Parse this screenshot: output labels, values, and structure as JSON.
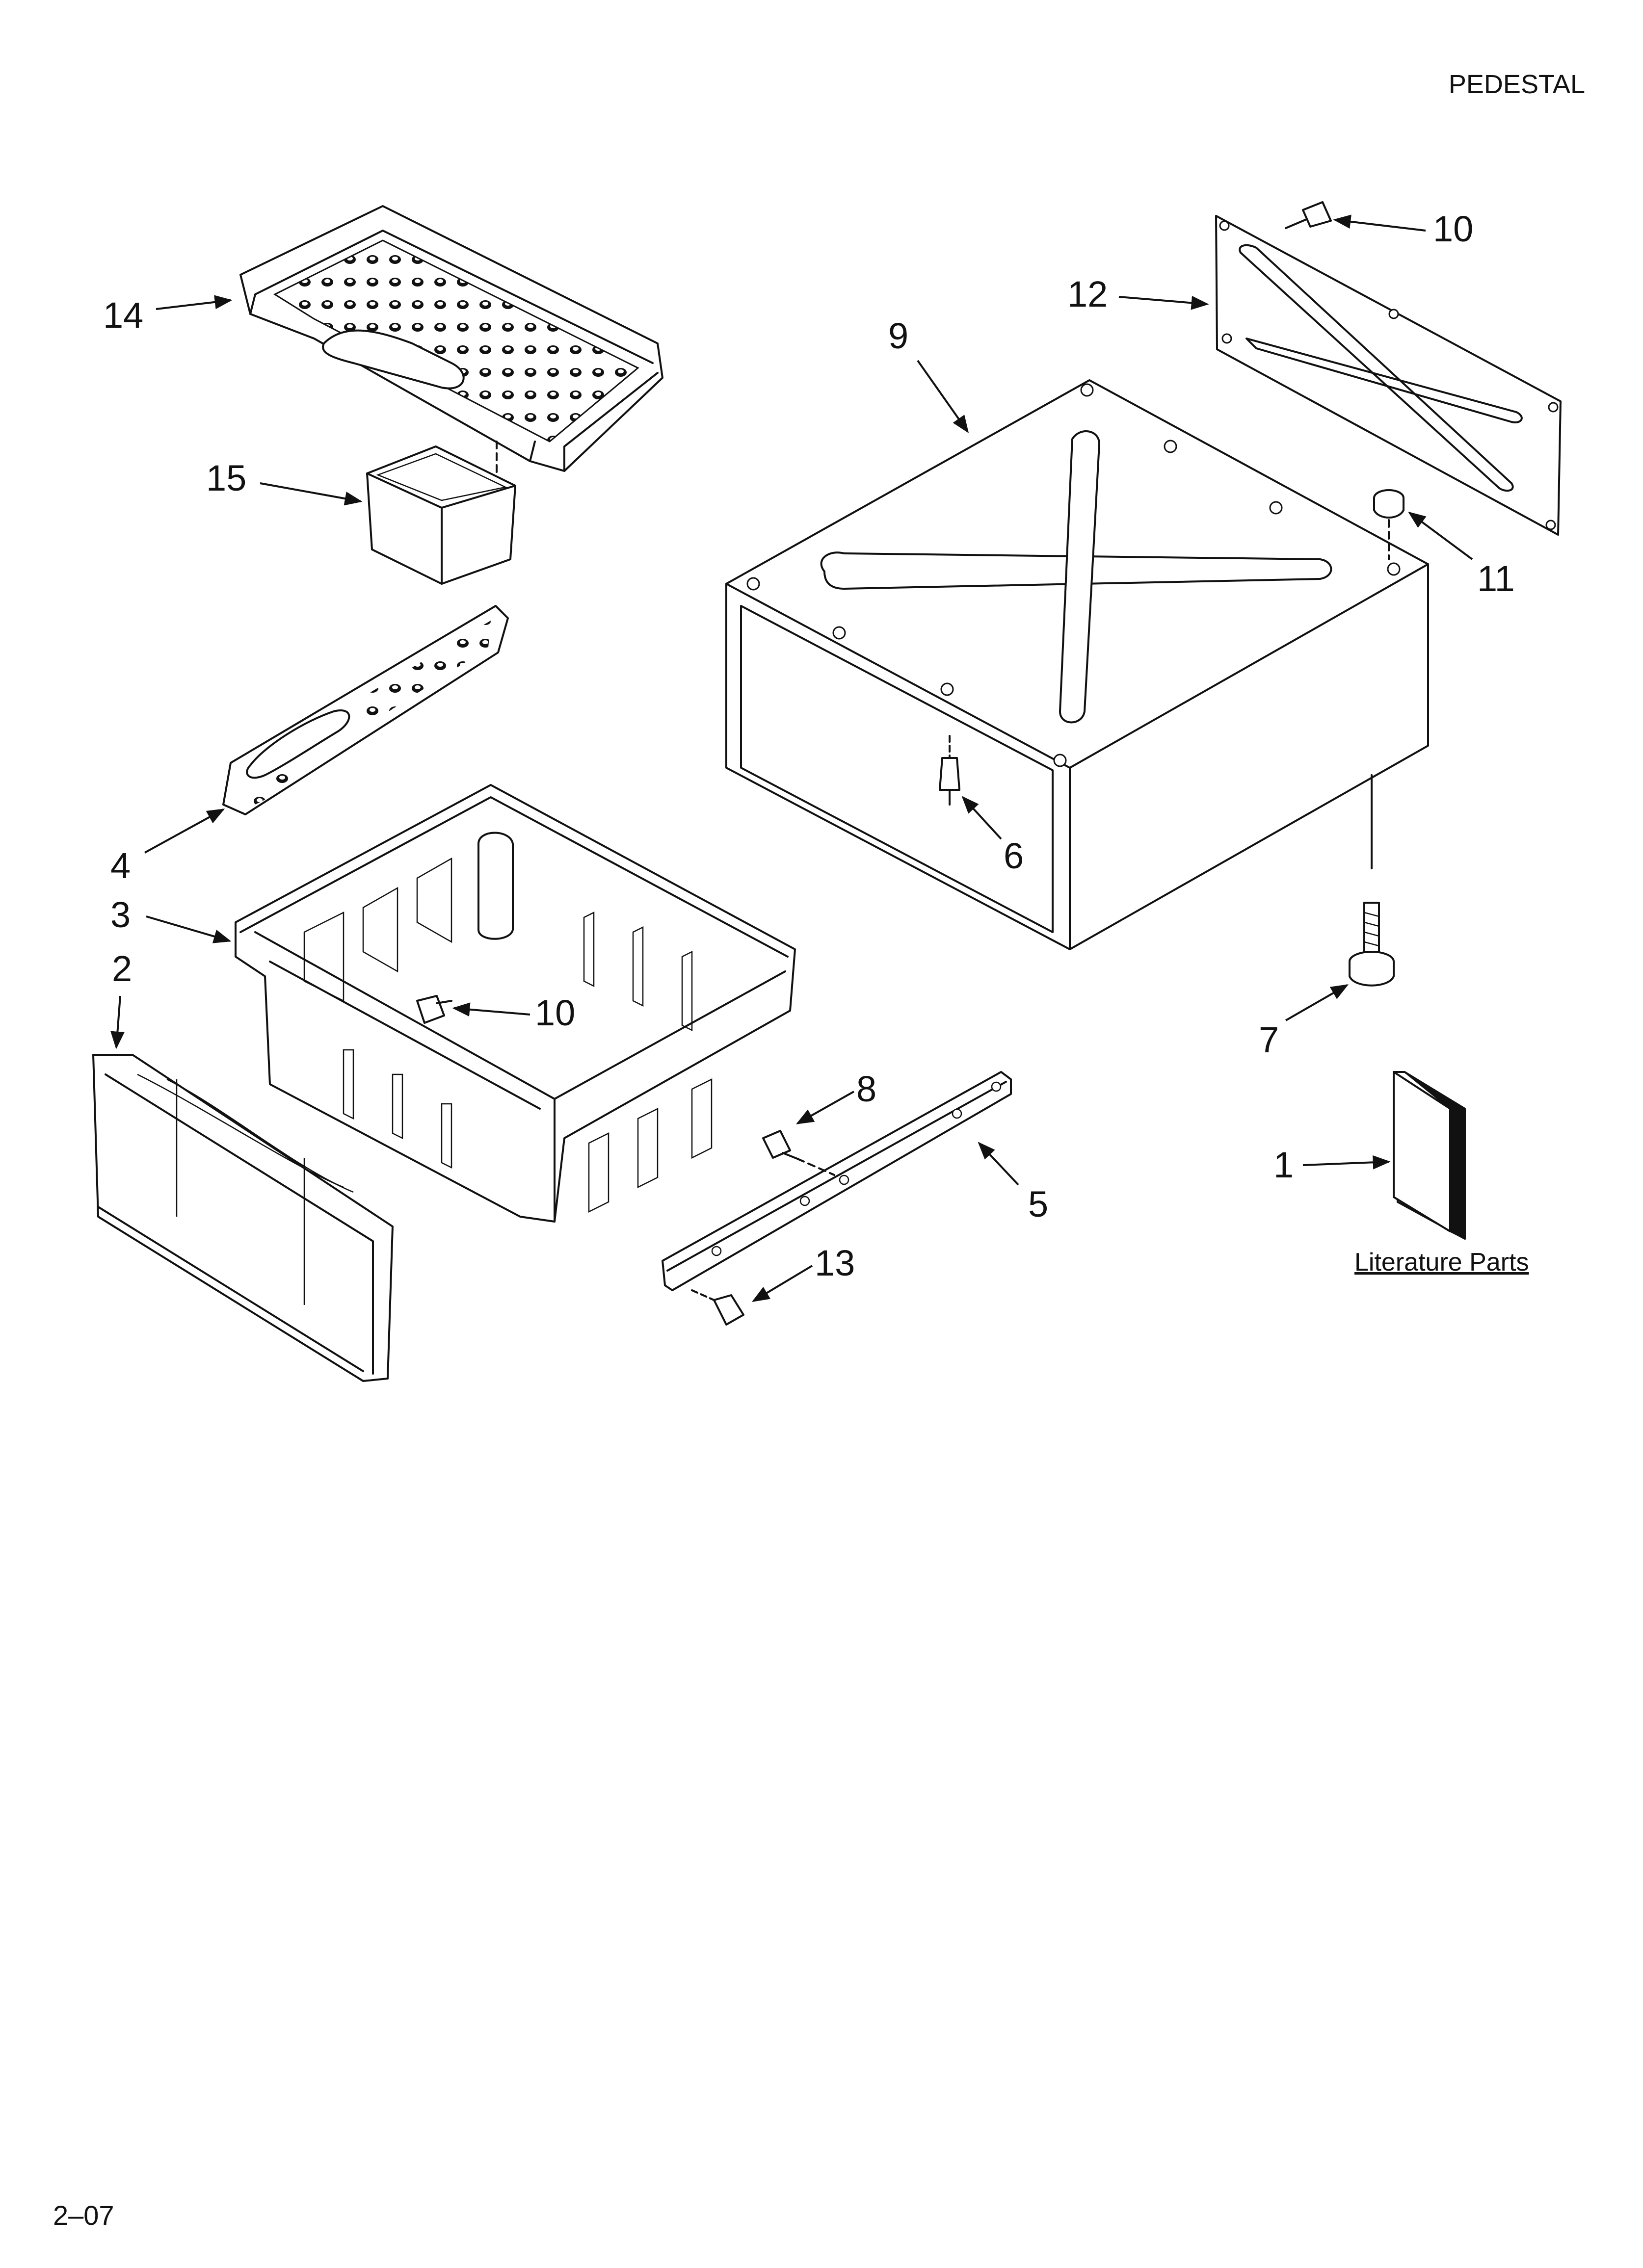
{
  "header": {
    "title": "PEDESTAL"
  },
  "footer": {
    "page_code": "2–07"
  },
  "literature": {
    "label": "Literature Parts"
  },
  "callouts": {
    "c1": "1",
    "c2": "2",
    "c3": "3",
    "c4": "4",
    "c5": "5",
    "c6": "6",
    "c7": "7",
    "c8": "8",
    "c9": "9",
    "c10a": "10",
    "c10b": "10",
    "c11": "11",
    "c12": "12",
    "c13": "13",
    "c14": "14",
    "c15": "15"
  }
}
